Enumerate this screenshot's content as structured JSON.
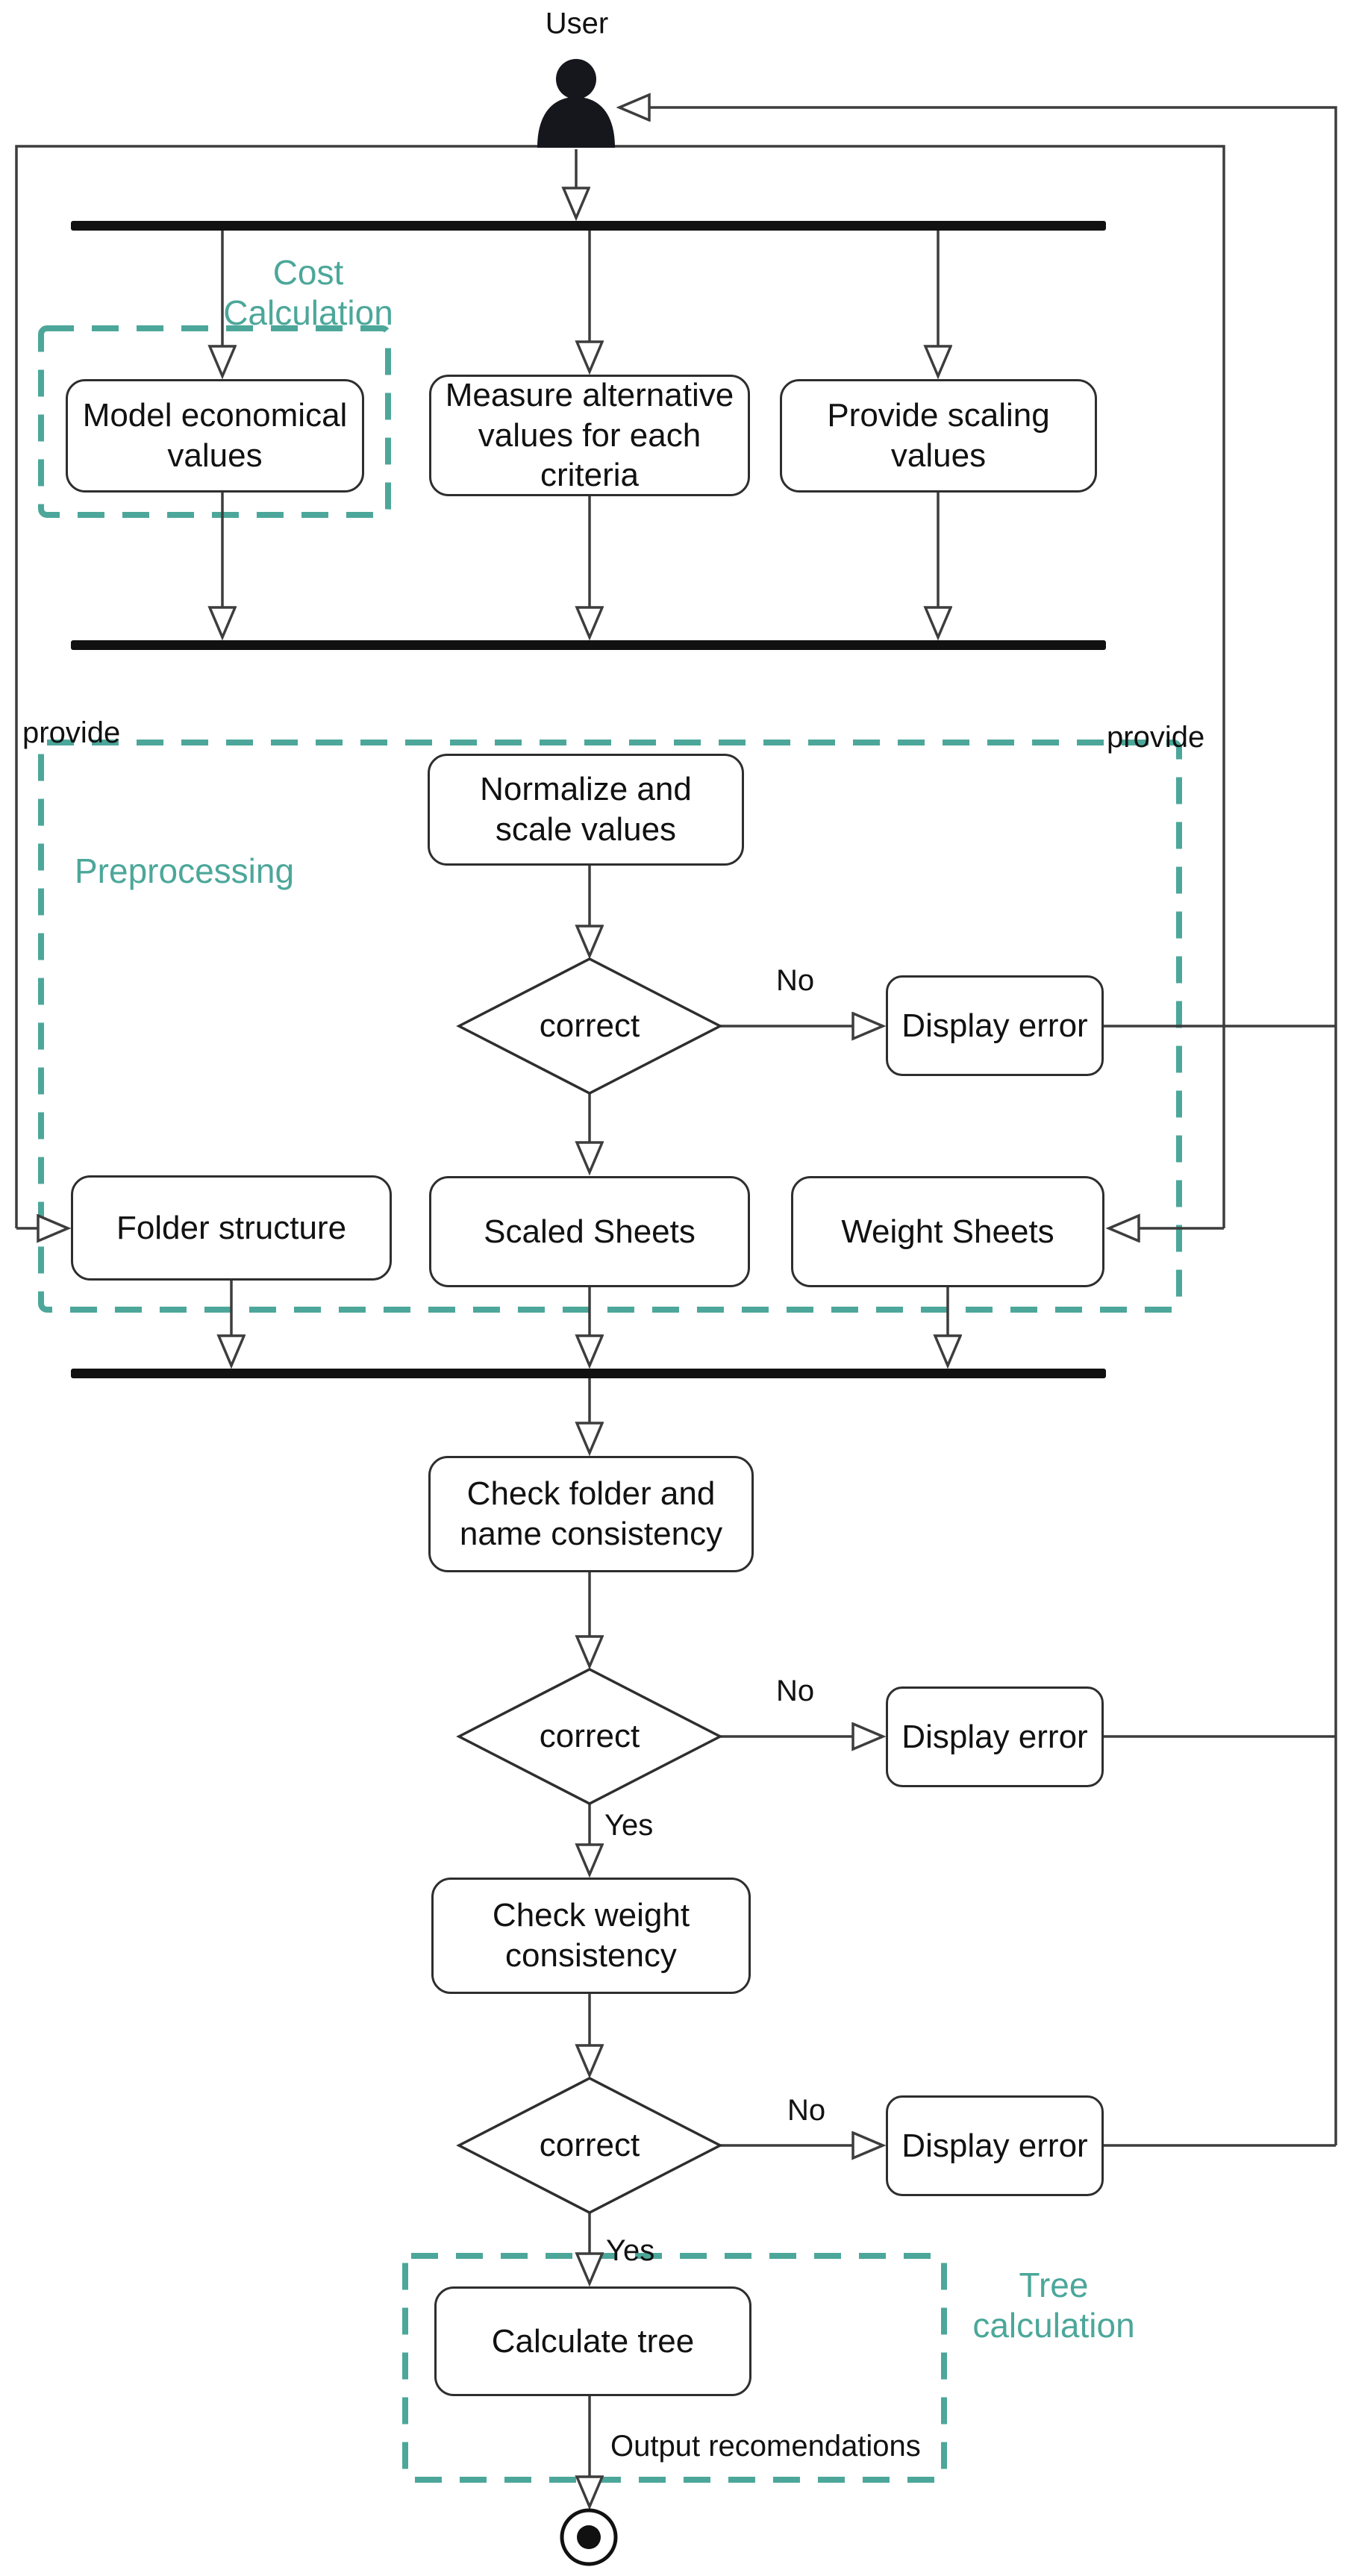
{
  "diagram_type": "uml-activity-flowchart",
  "actor": {
    "label": "User"
  },
  "nodes": {
    "model_economical": "Model economical values",
    "measure_alternative": "Measure alternative values for each criteria",
    "provide_scaling": "Provide scaling values",
    "normalize": "Normalize and scale values",
    "display_error_1": "Display error",
    "folder_structure": "Folder structure",
    "scaled_sheets": "Scaled Sheets",
    "weight_sheets": "Weight Sheets",
    "check_folder": "Check folder and name consistency",
    "display_error_2": "Display error",
    "check_weight": "Check weight consistency",
    "display_error_3": "Display error",
    "calculate_tree": "Calculate tree",
    "decision_1": "correct",
    "decision_2": "correct",
    "decision_3": "correct"
  },
  "groups": {
    "cost": "Cost Calculation",
    "preprocessing": "Preprocessing",
    "tree": "Tree calculation"
  },
  "edge_labels": {
    "provide_left": "provide",
    "provide_right": "provide",
    "no_1": "No",
    "no_2": "No",
    "no_3": "No",
    "yes_2": "Yes",
    "yes_3": "Yes",
    "output": "Output recomendations"
  },
  "colors": {
    "accent": "#4CA79A",
    "line": "#3d3d3d",
    "node_border": "#2e2e2e",
    "bar": "#111111",
    "text": "#111111",
    "bg": "#ffffff"
  }
}
